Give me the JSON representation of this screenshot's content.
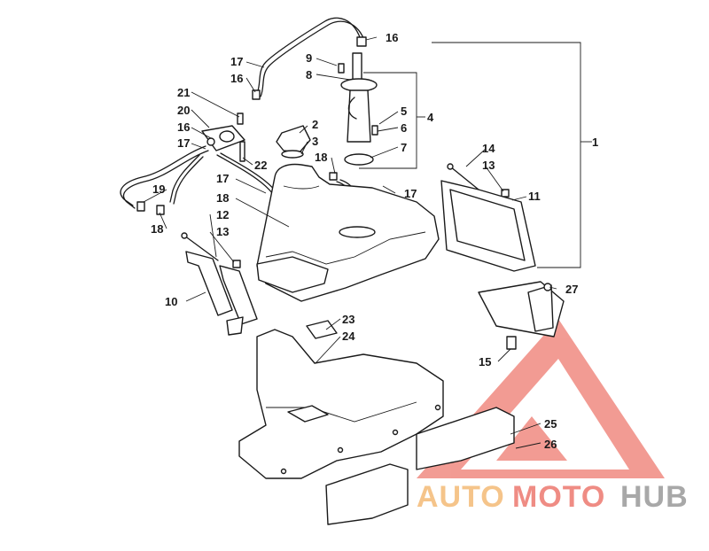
{
  "callouts": [
    {
      "id": "c1",
      "text": "1"
    },
    {
      "id": "c2",
      "text": "2"
    },
    {
      "id": "c3",
      "text": "3"
    },
    {
      "id": "c4",
      "text": "4"
    },
    {
      "id": "c5",
      "text": "5"
    },
    {
      "id": "c6",
      "text": "6"
    },
    {
      "id": "c7",
      "text": "7"
    },
    {
      "id": "c8",
      "text": "8"
    },
    {
      "id": "c9",
      "text": "9"
    },
    {
      "id": "c10",
      "text": "10"
    },
    {
      "id": "c11",
      "text": "11"
    },
    {
      "id": "c12",
      "text": "12"
    },
    {
      "id": "c13a",
      "text": "13"
    },
    {
      "id": "c13b",
      "text": "13"
    },
    {
      "id": "c14",
      "text": "14"
    },
    {
      "id": "c15",
      "text": "15"
    },
    {
      "id": "c16a",
      "text": "16"
    },
    {
      "id": "c16b",
      "text": "16"
    },
    {
      "id": "c16c",
      "text": "16"
    },
    {
      "id": "c17a",
      "text": "17"
    },
    {
      "id": "c17b",
      "text": "17"
    },
    {
      "id": "c17c",
      "text": "17"
    },
    {
      "id": "c17d",
      "text": "17"
    },
    {
      "id": "c18a",
      "text": "18"
    },
    {
      "id": "c18b",
      "text": "18"
    },
    {
      "id": "c18c",
      "text": "18"
    },
    {
      "id": "c19",
      "text": "19"
    },
    {
      "id": "c20",
      "text": "20"
    },
    {
      "id": "c21",
      "text": "21"
    },
    {
      "id": "c22",
      "text": "22"
    },
    {
      "id": "c23",
      "text": "23"
    },
    {
      "id": "c24",
      "text": "24"
    },
    {
      "id": "c25",
      "text": "25"
    },
    {
      "id": "c26",
      "text": "26"
    },
    {
      "id": "c27",
      "text": "27"
    }
  ],
  "watermark": {
    "part1": "AUTO",
    "part2": "MOTO",
    "part3": "HUB",
    "color_light": "#f5c48a",
    "color_mid": "#ef8c84",
    "color_dark": "#a8a8a8",
    "logo_color": "#e84a3c"
  }
}
